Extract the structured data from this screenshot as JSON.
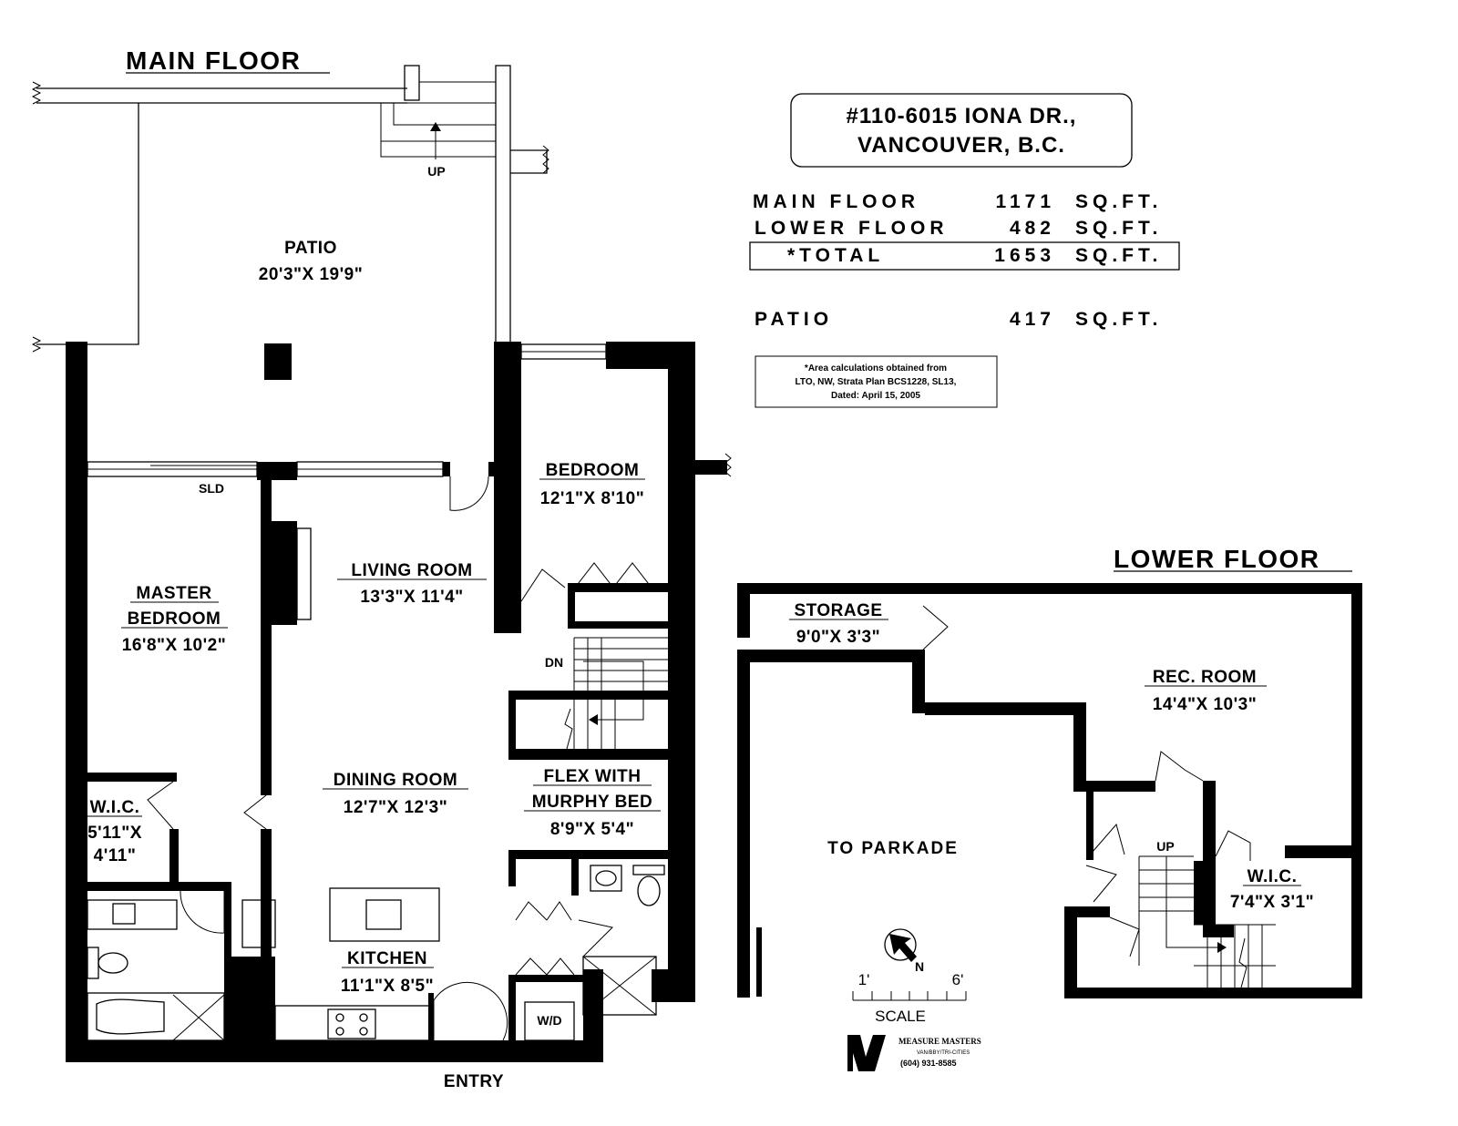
{
  "main_floor": {
    "title": "MAIN FLOOR",
    "rooms": [
      {
        "name": "PATIO",
        "dims": "20'3\"X 19'9\""
      },
      {
        "name": "BEDROOM",
        "dims": "12'1\"X 8'10\""
      },
      {
        "name": "LIVING ROOM",
        "dims": "13'3\"X 11'4\""
      },
      {
        "name_lines": [
          "MASTER",
          "BEDROOM"
        ],
        "dims": "16'8\"X 10'2\""
      },
      {
        "name": "DINING ROOM",
        "dims": "12'7\"X 12'3\""
      },
      {
        "name_lines": [
          "FLEX WITH",
          "MURPHY BED"
        ],
        "dims": "8'9\"X 5'4\""
      },
      {
        "name": "W.I.C.",
        "dims_lines": [
          "5'11\"X",
          "4'11\""
        ]
      },
      {
        "name": "KITCHEN",
        "dims": "11'1\"X 8'5\""
      }
    ],
    "labels": {
      "up": "UP",
      "sld": "SLD",
      "dn": "DN",
      "wd": "W/D",
      "entry": "ENTRY"
    }
  },
  "lower_floor": {
    "title": "LOWER FLOOR",
    "rooms": [
      {
        "name": "STORAGE",
        "dims": "9'0\"X 3'3\""
      },
      {
        "name": "REC. ROOM",
        "dims": "14'4\"X 10'3\""
      },
      {
        "name": "W.I.C.",
        "dims": "7'4\"X 3'1\""
      }
    ],
    "labels": {
      "to_parkade": "TO PARKADE",
      "up": "UP"
    }
  },
  "address": {
    "line1": "#110-6015 IONA DR.,",
    "line2": "VANCOUVER, B.C."
  },
  "area_table": [
    {
      "label": "MAIN FLOOR",
      "value": "1171",
      "unit": "SQ.FT."
    },
    {
      "label": "LOWER FLOOR",
      "value": "482",
      "unit": "SQ.FT."
    },
    {
      "label": "*TOTAL",
      "value": "1653",
      "unit": "SQ.FT."
    },
    {
      "label": "PATIO",
      "value": "417",
      "unit": "SQ.FT."
    }
  ],
  "note_lines": [
    "*Area calculations obtained from",
    "LTO, NW, Strata Plan BCS1228, SL13,",
    "Dated: April 15, 2005"
  ],
  "scale": {
    "label": "SCALE",
    "start": "1'",
    "end": "6'"
  },
  "compass": {
    "label": "N"
  },
  "logo": {
    "name": "MEASURE MASTERS",
    "tagline": "VAN/BBY/TRI-CITIES",
    "phone": "(604) 931-8585"
  },
  "colors": {
    "ink": "#000000",
    "paper": "#ffffff"
  }
}
